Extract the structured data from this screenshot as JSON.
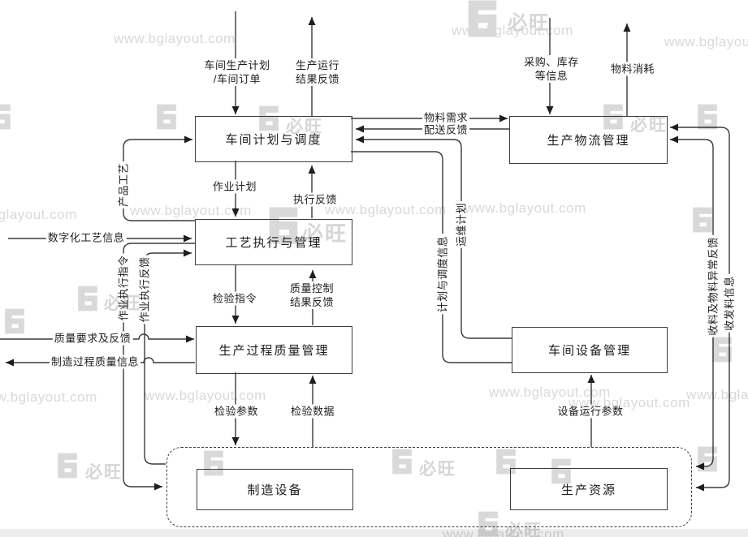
{
  "watermark": {
    "url_text": "www.bglayout.com",
    "brand_text": "必旺"
  },
  "boxes": {
    "scheduling": "车间计划与调度",
    "process_exec": "工艺执行与管理",
    "quality_mgmt": "生产过程质量管理",
    "logistics": "生产物流管理",
    "equipment_mgmt": "车间设备管理",
    "mfg_equipment": "制造设备",
    "resources": "生产资源"
  },
  "edge_labels": {
    "plant_plan_line1": "车间生产计划",
    "plant_plan_line2": "/车间订单",
    "run_result_line1": "生产运行",
    "run_result_line2": "结果反馈",
    "job_plan": "作业计划",
    "exec_feedback": "执行反馈",
    "product_process": "产品工艺",
    "digital_process_info": "数字化工艺信息",
    "job_exec_cmd": "作业执行指令",
    "job_exec_fb": "作业执行反馈",
    "quality_req_fb": "质量要求及反馈",
    "mfg_quality_info": "制造过程质量信息",
    "inspect_cmd": "检验指令",
    "quality_ctrl_line1": "质量控制",
    "quality_ctrl_line2": "结果反馈",
    "inspect_params": "检验参数",
    "inspect_data": "检验数据",
    "material_demand": "物料需求",
    "delivery_fb": "配送反馈",
    "purchase_line1": "采购、库存",
    "purchase_line2": "等信息",
    "material_consumption": "物料消耗",
    "plan_schedule_info": "计划与调度信息",
    "maintenance_plan": "运维计划",
    "receive_abnormal_fb": "收料及物料异常反馈",
    "material_io_info": "收发料信息",
    "equip_run_params": "设备运行参数"
  }
}
